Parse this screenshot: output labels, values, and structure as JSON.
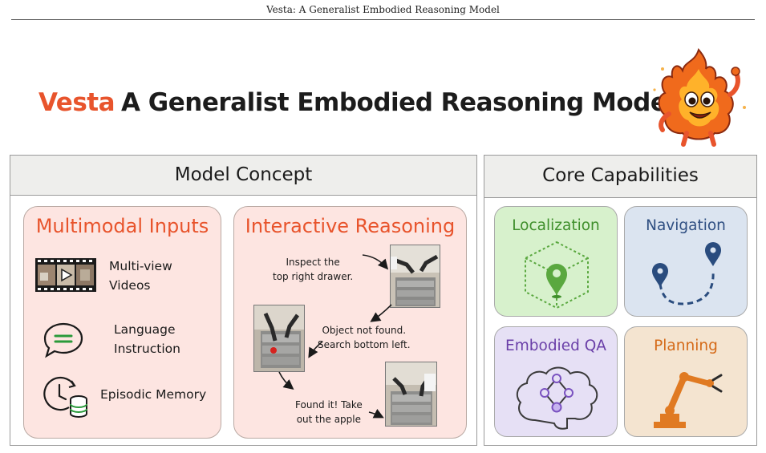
{
  "header": {
    "running_title": "Vesta: A Generalist Embodied Reasoning Model"
  },
  "title": {
    "brand": "Vesta",
    "rest": "A Generalist Embodied Reasoning Model"
  },
  "colors": {
    "accent_orange": "#e8542c",
    "panel_header_bg": "#eeeeec",
    "input_card_bg": "#fde5e1",
    "localization_bg": "#d7f1cc",
    "navigation_bg": "#dbe4f0",
    "qa_bg": "#e6e0f5",
    "planning_bg": "#f4e4d0"
  },
  "model_concept": {
    "heading": "Model Concept",
    "multimodal_inputs": {
      "title": "Multimodal Inputs",
      "items": [
        {
          "icon": "film-strip-icon",
          "label_lines": [
            "Multi-view",
            "Videos"
          ]
        },
        {
          "icon": "chat-bubble-icon",
          "label_lines": [
            "Language",
            "Instruction"
          ]
        },
        {
          "icon": "clock-database-icon",
          "label_lines": [
            "Episodic Memory"
          ]
        }
      ]
    },
    "interactive_reasoning": {
      "title": "Interactive Reasoning",
      "steps": [
        {
          "lines": [
            "Inspect the",
            "top right drawer."
          ]
        },
        {
          "lines": [
            "Object not found.",
            "Search bottom left."
          ]
        },
        {
          "lines": [
            "Found it! Take",
            "out the apple"
          ]
        }
      ]
    }
  },
  "core_capabilities": {
    "heading": "Core Capabilities",
    "items": [
      {
        "title": "Localization",
        "color": "#3f8f2b",
        "bg": "#d7f1cc",
        "icon": "map-pin-cube-icon"
      },
      {
        "title": "Navigation",
        "color": "#2f4f82",
        "bg": "#dbe4f0",
        "icon": "route-pins-icon"
      },
      {
        "title": "Embodied QA",
        "color": "#6a3fa8",
        "bg": "#e6e0f5",
        "icon": "brain-graph-icon"
      },
      {
        "title": "Planning",
        "color": "#d56a18",
        "bg": "#f4e4d0",
        "icon": "robot-arm-icon"
      }
    ]
  }
}
